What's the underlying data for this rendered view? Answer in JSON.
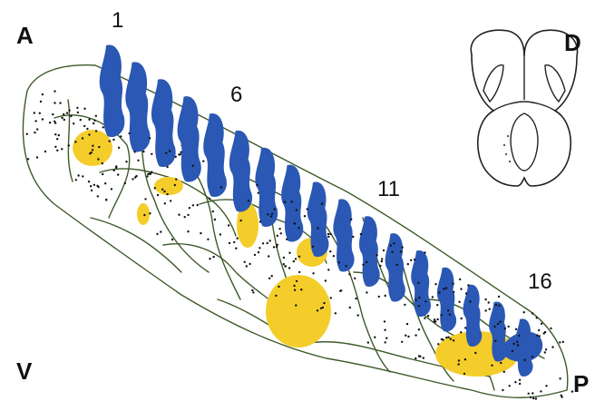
{
  "orientation": {
    "anterior": "A",
    "ventral": "V",
    "dorsal": "D",
    "posterior": "P"
  },
  "stripe_numbers": [
    "1",
    "6",
    "11",
    "16"
  ],
  "stripe_count": 17,
  "colors": {
    "stripe_blue": "#2a58b4",
    "patch_yellow": "#f4cd2a",
    "outline_green": "#3d5a2a",
    "dot": "#111111"
  }
}
